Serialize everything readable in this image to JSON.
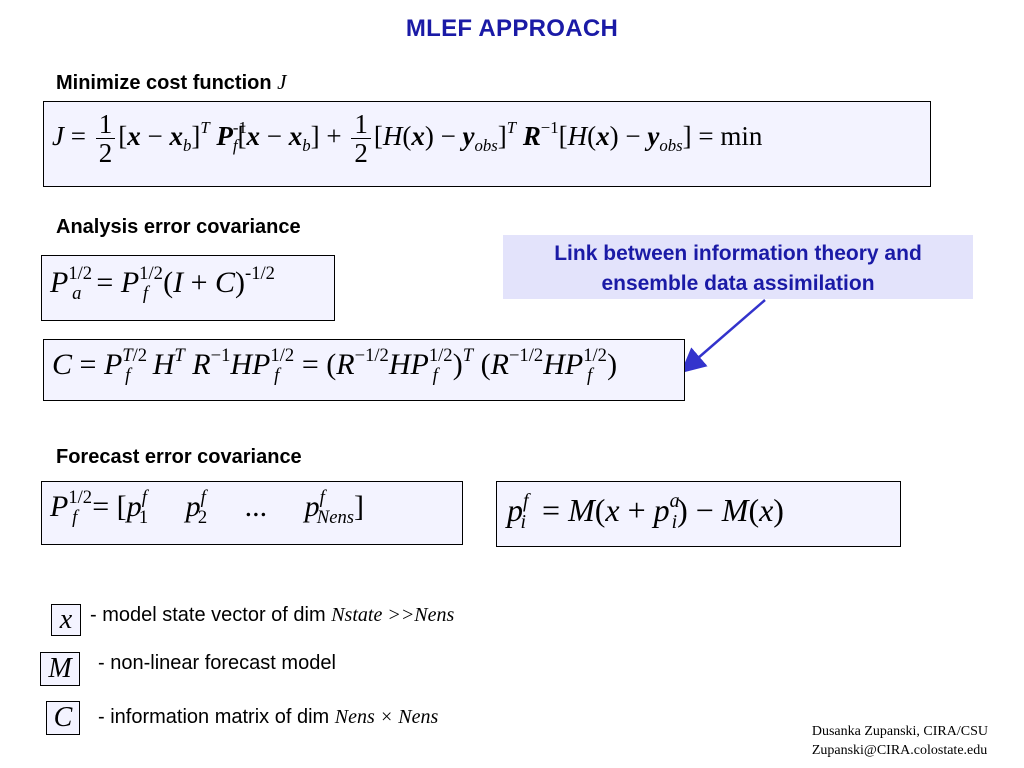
{
  "title": "MLEF APPROACH",
  "sections": {
    "cost_heading": "Minimize cost function",
    "cost_heading_var": "J",
    "analysis_heading": "Analysis error covariance",
    "forecast_heading": "Forecast error covariance"
  },
  "callout": {
    "line1": "Link between information theory and",
    "line2": "ensemble data assimilation"
  },
  "legend": [
    {
      "symbol": "x",
      "text": "- model state vector of dim ",
      "math": "Nstate >>Nens"
    },
    {
      "symbol": "M",
      "text": "- non-linear forecast model",
      "math": ""
    },
    {
      "symbol": "C",
      "text": "- information matrix of dim ",
      "math": "Nens × Nens"
    }
  ],
  "footer": {
    "line1": "Dusanka Zupanski,  CIRA/CSU",
    "line2": "Zupanski@CIRA.colostate.edu"
  },
  "colors": {
    "title": "#1a1aa6",
    "callout_bg": "#e3e3fb",
    "box_bg": "#f3f3ff",
    "arrow": "#3333cc"
  }
}
